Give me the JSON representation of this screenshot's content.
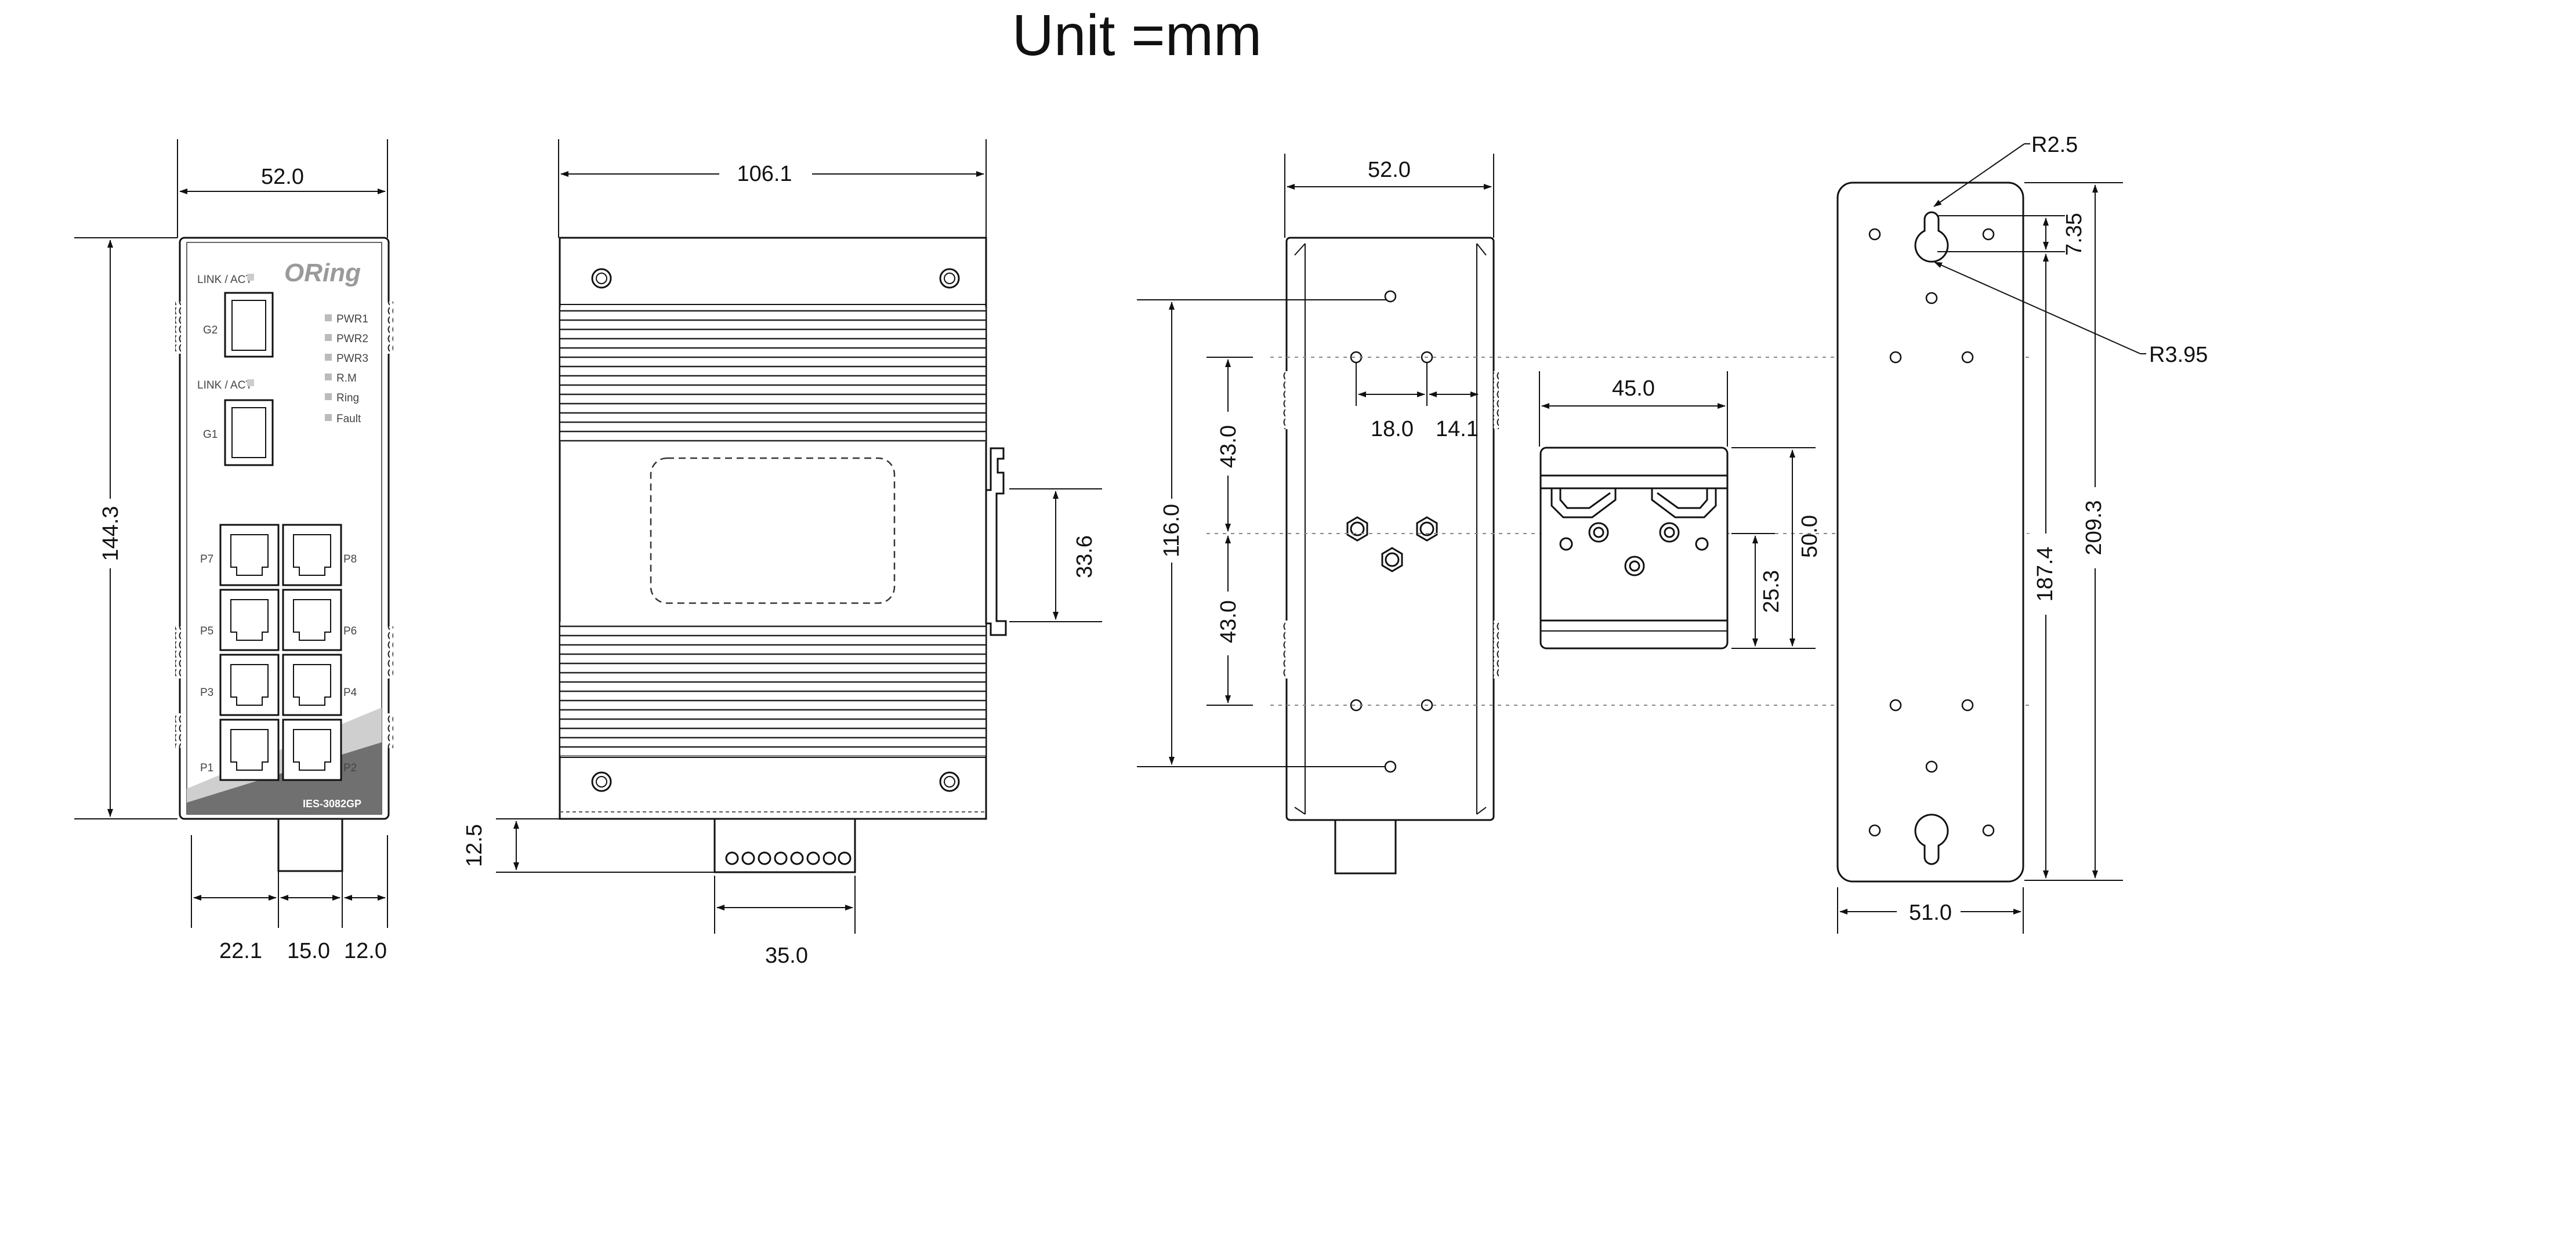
{
  "title": "Unit =mm",
  "brand": {
    "logo_text": "ORing",
    "model": "IES-3082GP"
  },
  "front_view": {
    "width": "52.0",
    "height": "144.3",
    "bottom_dims": [
      "22.1",
      "15.0",
      "12.0"
    ],
    "sfp_labels": [
      "G2",
      "G1"
    ],
    "link_labels": [
      "LINK / ACT",
      "LINK / ACT"
    ],
    "leds": [
      "PWR1",
      "PWR2",
      "PWR3",
      "R.M",
      "Ring",
      "Fault"
    ],
    "ports": [
      "P7",
      "P8",
      "P5",
      "P6",
      "P3",
      "P4",
      "P1",
      "P2"
    ]
  },
  "side_view": {
    "width": "106.1",
    "clip_height": "33.6",
    "terminal_offset": "12.5",
    "terminal_width": "35.0"
  },
  "rear_view": {
    "width": "52.0",
    "total_height": "116.0",
    "upper": "43.0",
    "lower": "43.0",
    "hole_dx1": "18.0",
    "hole_dx2": "14.1"
  },
  "din_clip": {
    "width": "45.0",
    "height": "50.0",
    "hole_height": "25.3"
  },
  "wall_plate": {
    "r_small": "R2.5",
    "r_large": "R3.95",
    "slot": "7.35",
    "hole_span": "187.4",
    "height": "209.3",
    "width": "51.0"
  }
}
